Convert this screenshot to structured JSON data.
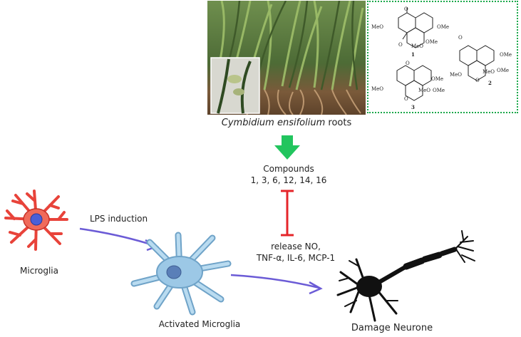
{
  "photo": {
    "caption_species": "Cymbidium ensifolium",
    "caption_part": "roots"
  },
  "structures": {
    "substituent": "OMe",
    "substituent_meo": "MeO",
    "labels": [
      "1",
      "2",
      "3"
    ]
  },
  "flow": {
    "compounds_title": "Compounds",
    "compounds_list": "1, 3, 6, 12, 14, 16",
    "lps_label": "LPS induction",
    "release_line1": "release NO,",
    "release_line2": "TNF-α, IL-6, MCP-1"
  },
  "cells": {
    "microglia": "Microglia",
    "activated": "Activated Microglia",
    "neurone": "Damage Neurone"
  },
  "colors": {
    "green_arrow": "#22c55e",
    "inhibit": "#e5252a",
    "flow_arrow": "#6b5bd6",
    "microglia": "#e8433a",
    "activated": "#9cc8e6",
    "neurone": "#111111"
  }
}
